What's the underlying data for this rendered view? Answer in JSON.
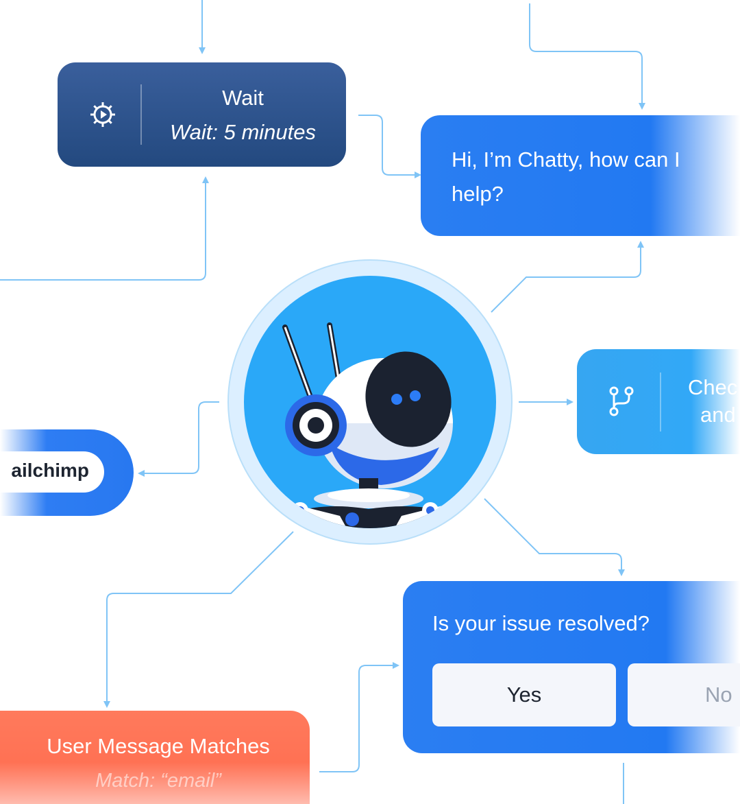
{
  "nodes": {
    "wait": {
      "title": "Wait",
      "subtitle": "Wait: 5 minutes",
      "icon": "gear-play-icon"
    },
    "chat": {
      "text": "Hi, I’m Chatty, how can I help?"
    },
    "check": {
      "line1": "Chec",
      "line2": "and",
      "icon": "branch-icon"
    },
    "mailchimp": {
      "label": "ailchimp"
    },
    "question": {
      "text": "Is your issue resolved?",
      "answers": [
        "Yes",
        "No"
      ]
    },
    "match": {
      "title": "User Message Matches",
      "subtitle": "Match: “email”"
    }
  },
  "robot": {
    "icon": "robot-mascot"
  },
  "colors": {
    "connector": "#7fc4f6",
    "wait_bg": "#23497f",
    "chat_bg": "#2279f2",
    "check_bg": "#32a8f7",
    "match_bg": "#ff6a4d",
    "robot_bg": "#2aa8f8"
  }
}
